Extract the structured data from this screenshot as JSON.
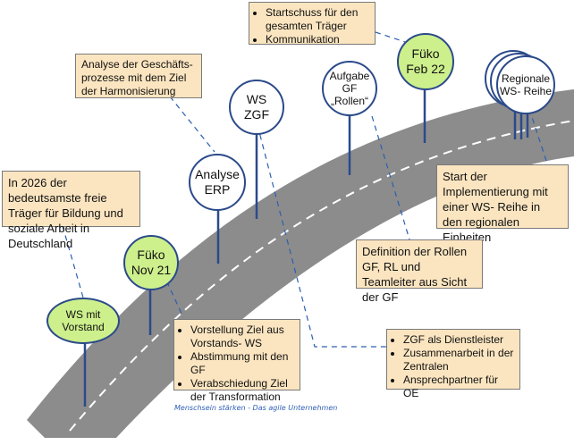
{
  "milestones": {
    "ws_vorstand": "WS mit Vorstand",
    "fueko_nov21": [
      "Füko",
      "Nov 21"
    ],
    "analyse_erp": [
      "Analyse",
      "ERP"
    ],
    "ws_zgf": [
      "WS",
      "ZGF"
    ],
    "aufgabe_gf": [
      "Aufgabe",
      "GF",
      "„Rollen“"
    ],
    "fueko_feb22": [
      "Füko",
      "Feb 22"
    ],
    "regionale_ws": [
      "Regionale",
      "WS- Reihe"
    ]
  },
  "notes": {
    "vision": "In 2026 der bedeutsamste freie Träger für Bildung und soziale Arbeit in Deutschland",
    "analyse": "Analyse der Geschäfts-prozesse mit dem Ziel der Harmonisierung",
    "startschuss": [
      "Startschuss für den gesamten Träger",
      "Kommunikation"
    ],
    "implementierung": "Start der Implementierung mit einer WS- Reihe in den regionalen Einheiten",
    "rollen": "Definition der Rollen GF, RL und Teamleiter aus Sicht der GF",
    "vorstellung": [
      "Vorstellung Ziel aus Vorstands- WS",
      "Abstimmung mit den GF",
      "Verabschiedung Ziel der Transformation"
    ],
    "zgf": [
      "ZGF als Dienstleister",
      "Zusammenarbeit in der Zentralen",
      "Ansprechpartner für OE"
    ]
  },
  "caption": "Menschsein stärken - Das agile Unternehmen",
  "colors": {
    "road": "#8c8c8c",
    "note_fill": "#fbe5c0",
    "green": "#cdef8c",
    "ring": "#2b4a8a",
    "leader": "#2b5fb0"
  }
}
